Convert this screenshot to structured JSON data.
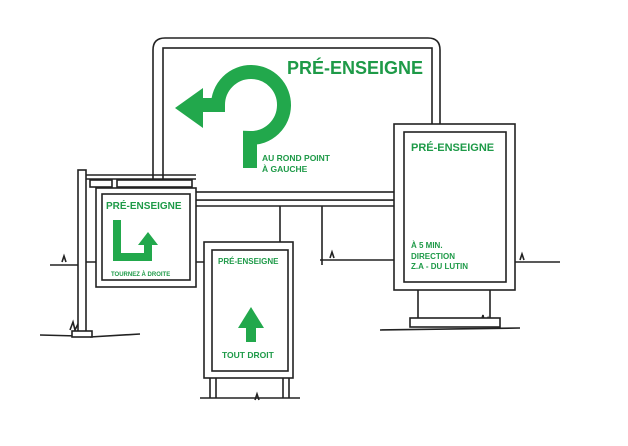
{
  "colors": {
    "sign_green": "#22a84c",
    "text_green": "#1e9a48"
  },
  "billboard": {
    "title": "PRÉ-ENSEIGNE",
    "line1": "AU ROND POINT",
    "line2": "À GAUCHE",
    "icon": "u-turn-left-arrow-icon"
  },
  "right_sign": {
    "title": "PRÉ-ENSEIGNE",
    "line1": "À 5 MIN.",
    "line2": "DIRECTION",
    "line3": "Z.A - DU LUTIN"
  },
  "left_sign": {
    "title": "PRÉ-ENSEIGNE",
    "caption": "TOURNEZ À DROITE",
    "icon": "turn-right-arrow-icon"
  },
  "middle_sign": {
    "title": "PRÉ-ENSEIGNE",
    "caption": "TOUT DROIT",
    "icon": "straight-up-arrow-icon"
  }
}
